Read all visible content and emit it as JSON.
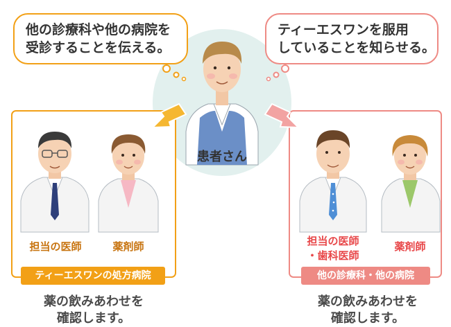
{
  "patient": {
    "label": "患者さん",
    "bubble_left": [
      "他の診療科や他の病院を",
      "受診することを伝える。"
    ],
    "bubble_right": [
      "ティーエスワンを服用",
      "していることを知らせる。"
    ]
  },
  "left_group": {
    "roles": [
      "担当の医師",
      "薬剤師"
    ],
    "banner": "ティーエスワンの処方病院",
    "note": [
      "薬の飲みあわせを",
      "確認します。"
    ]
  },
  "right_group": {
    "roles": [
      [
        "担当の医師",
        "・歯科医師"
      ],
      "薬剤師"
    ],
    "banner": "他の診療科・他の病院",
    "note": [
      "薬の飲みあわせを",
      "確認します。"
    ]
  },
  "colors": {
    "orange": "#f2a016",
    "pink": "#ee8a84",
    "role_left": "#c87512",
    "role_right": "#e8484a",
    "circle": "#e2f0ee"
  }
}
